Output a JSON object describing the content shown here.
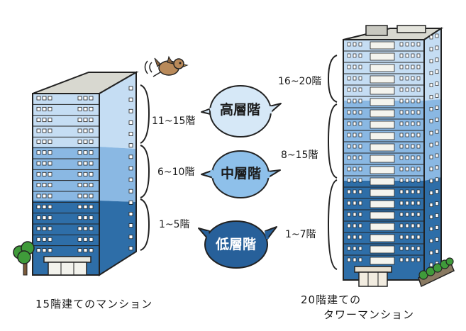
{
  "labels": {
    "left_high": "11~15階",
    "left_mid": "6~10階",
    "left_low": "1~5階",
    "right_high": "16~20階",
    "right_mid": "8~15階",
    "right_low": "1~7階"
  },
  "bubbles": {
    "high": "高層階",
    "mid": "中層階",
    "low": "低層階"
  },
  "captions": {
    "left": "15階建てのマンション",
    "right_line1": "20階建ての",
    "right_line2": "タワーマンション"
  },
  "colors": {
    "high_zone": "#c5ddf3",
    "mid_zone": "#8ab8e3",
    "low_zone": "#2e6ea8",
    "bubble_high": "#d6e8f7",
    "bubble_mid": "#8ec0ea",
    "bubble_low": "#27609a",
    "outline": "#222222",
    "roof": "#d8d8d0",
    "tree": "#3f9b3a"
  },
  "icons": {
    "bird": "sparrow-icon",
    "tree": "tree-icon",
    "planter": "planter-icon"
  }
}
